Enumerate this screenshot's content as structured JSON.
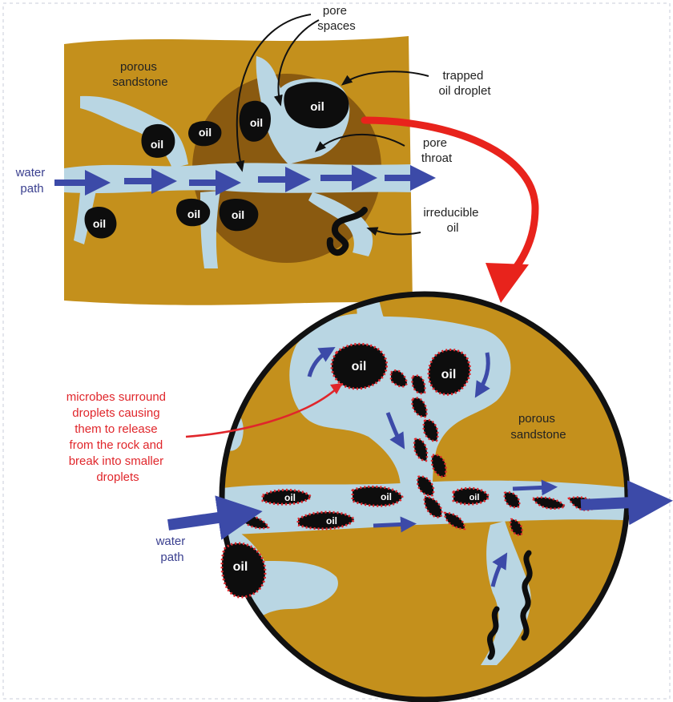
{
  "colors": {
    "sandstone": "#c4901c",
    "sandstone_dark": "#8a5a10",
    "water": "#b9d6e3",
    "oil": "#0d0d0d",
    "water_arrow": "#3c4aa8",
    "red_arrow": "#e8231c",
    "microbe": "#e0262b",
    "border": "#111111"
  },
  "top_panel": {
    "rock_label": [
      "porous",
      "sandstone"
    ],
    "water_label": [
      "water",
      "path"
    ],
    "pore_spaces_label": [
      "pore",
      "spaces"
    ],
    "trapped_label": [
      "trapped",
      "oil droplet"
    ],
    "pore_throat_label": [
      "pore",
      "throat"
    ],
    "irreducible_label": [
      "irreducible",
      "oil"
    ],
    "oil_labels": [
      "oil",
      "oil",
      "oil",
      "oil",
      "oil",
      "oil",
      "oil"
    ]
  },
  "zoom_panel": {
    "rock_label": [
      "porous",
      "sandstone"
    ],
    "water_label": [
      "water",
      "path"
    ],
    "microbe_caption": [
      "microbes surround",
      "droplets causing",
      "them to release",
      "from the rock and",
      "break into smaller",
      "droplets"
    ],
    "oil_labels": [
      "oil",
      "oil",
      "oil",
      "oil",
      "oil",
      "oil",
      "oil"
    ]
  }
}
